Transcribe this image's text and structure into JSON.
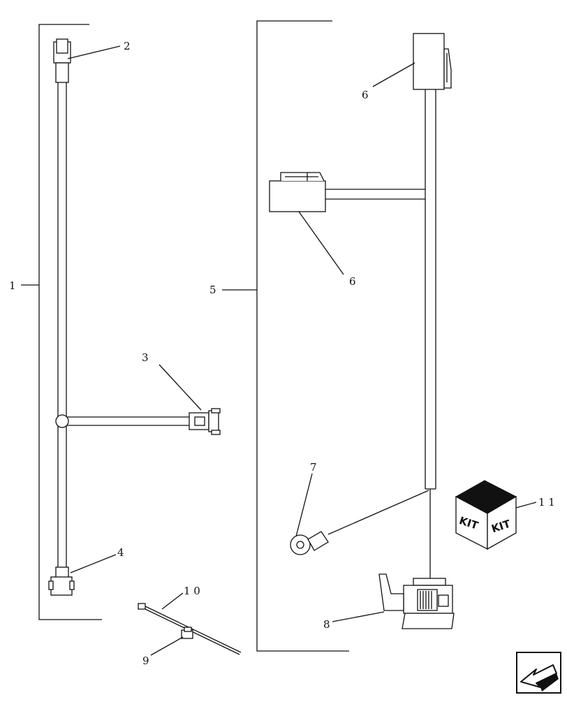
{
  "callouts": {
    "c1": "1",
    "c2": "2",
    "c3": "3",
    "c4": "4",
    "c5": "5",
    "c6a": "6",
    "c6b": "6",
    "c7": "7",
    "c8": "8",
    "c9": "9",
    "c10": "1 0",
    "c11": "1 1"
  },
  "kit_box": {
    "face_left": "KIT",
    "face_right": "KIT"
  },
  "nav": {
    "icon": "back-arrow-icon"
  },
  "colors": {
    "line": "#111111",
    "background": "#ffffff"
  }
}
